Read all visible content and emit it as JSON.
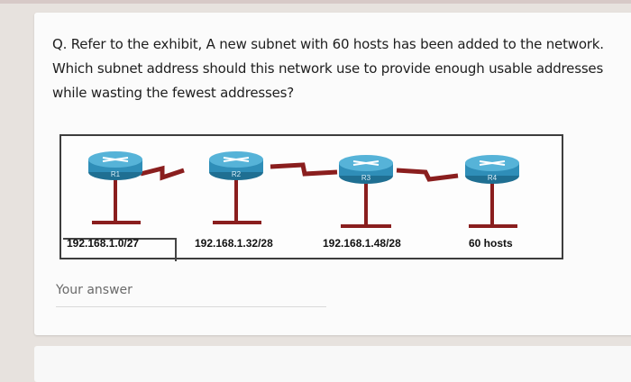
{
  "question": {
    "text": "Q. Refer to the exhibit, A new subnet with 60 hosts has been added to the network. Which subnet address should this network use to provide enough usable addresses while wasting the fewest addresses?"
  },
  "exhibit": {
    "routers": [
      "R1",
      "R2",
      "R3",
      "R4"
    ],
    "subnets": [
      "192.168.1.0/27",
      "192.168.1.32/28",
      "192.168.1.48/28",
      "60 hosts"
    ]
  },
  "answer": {
    "placeholder": "Your answer"
  },
  "colors": {
    "router": "#2f8eb8",
    "link": "#8a1e1e",
    "lan": "#8a1e1e"
  }
}
